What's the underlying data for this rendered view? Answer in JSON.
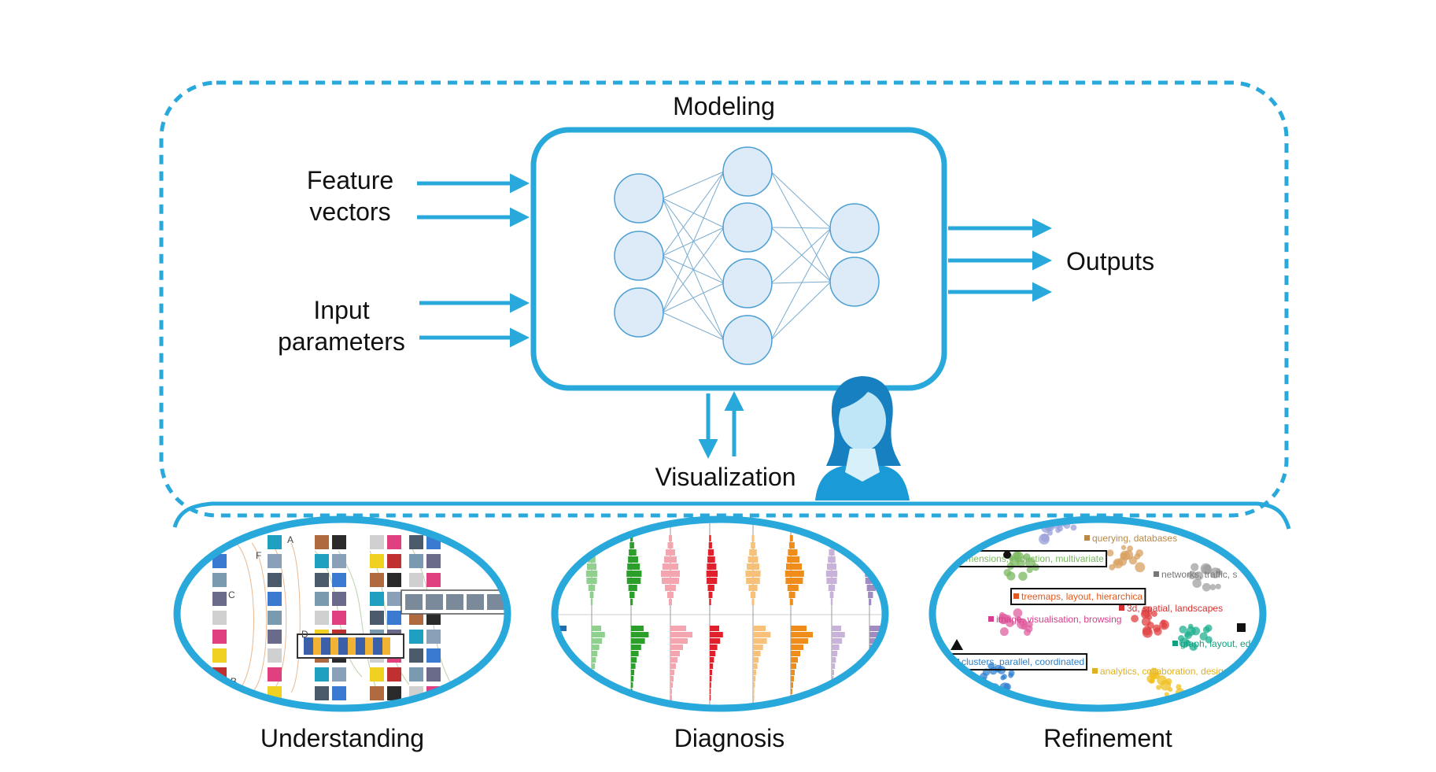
{
  "colors": {
    "accent": "#29a8dc",
    "node_fill": "#dcebf7",
    "node_stroke": "#4d9fd3",
    "person": "#1a9ad6"
  },
  "labels": {
    "modeling": "Modeling",
    "feature_vectors_line1": "Feature",
    "feature_vectors_line2": "vectors",
    "input_parameters_line1": "Input",
    "input_parameters_line2": "parameters",
    "outputs": "Outputs",
    "visualization": "Visualization",
    "understanding": "Understanding",
    "diagnosis": "Diagnosis",
    "refinement": "Refinement"
  },
  "refinement_tags": [
    "querying, databases",
    "dimensions, reduction, multivariate",
    "networks, traffic, s",
    "treemaps, layout, hierarchica",
    "3d, spatial, landscapes",
    "image, visualisation, browsing",
    "graph, layout, edg",
    "clusters, parallel, coordinated",
    "analytics, collaboration, design"
  ],
  "icons": {
    "person": "user-avatar-icon"
  }
}
